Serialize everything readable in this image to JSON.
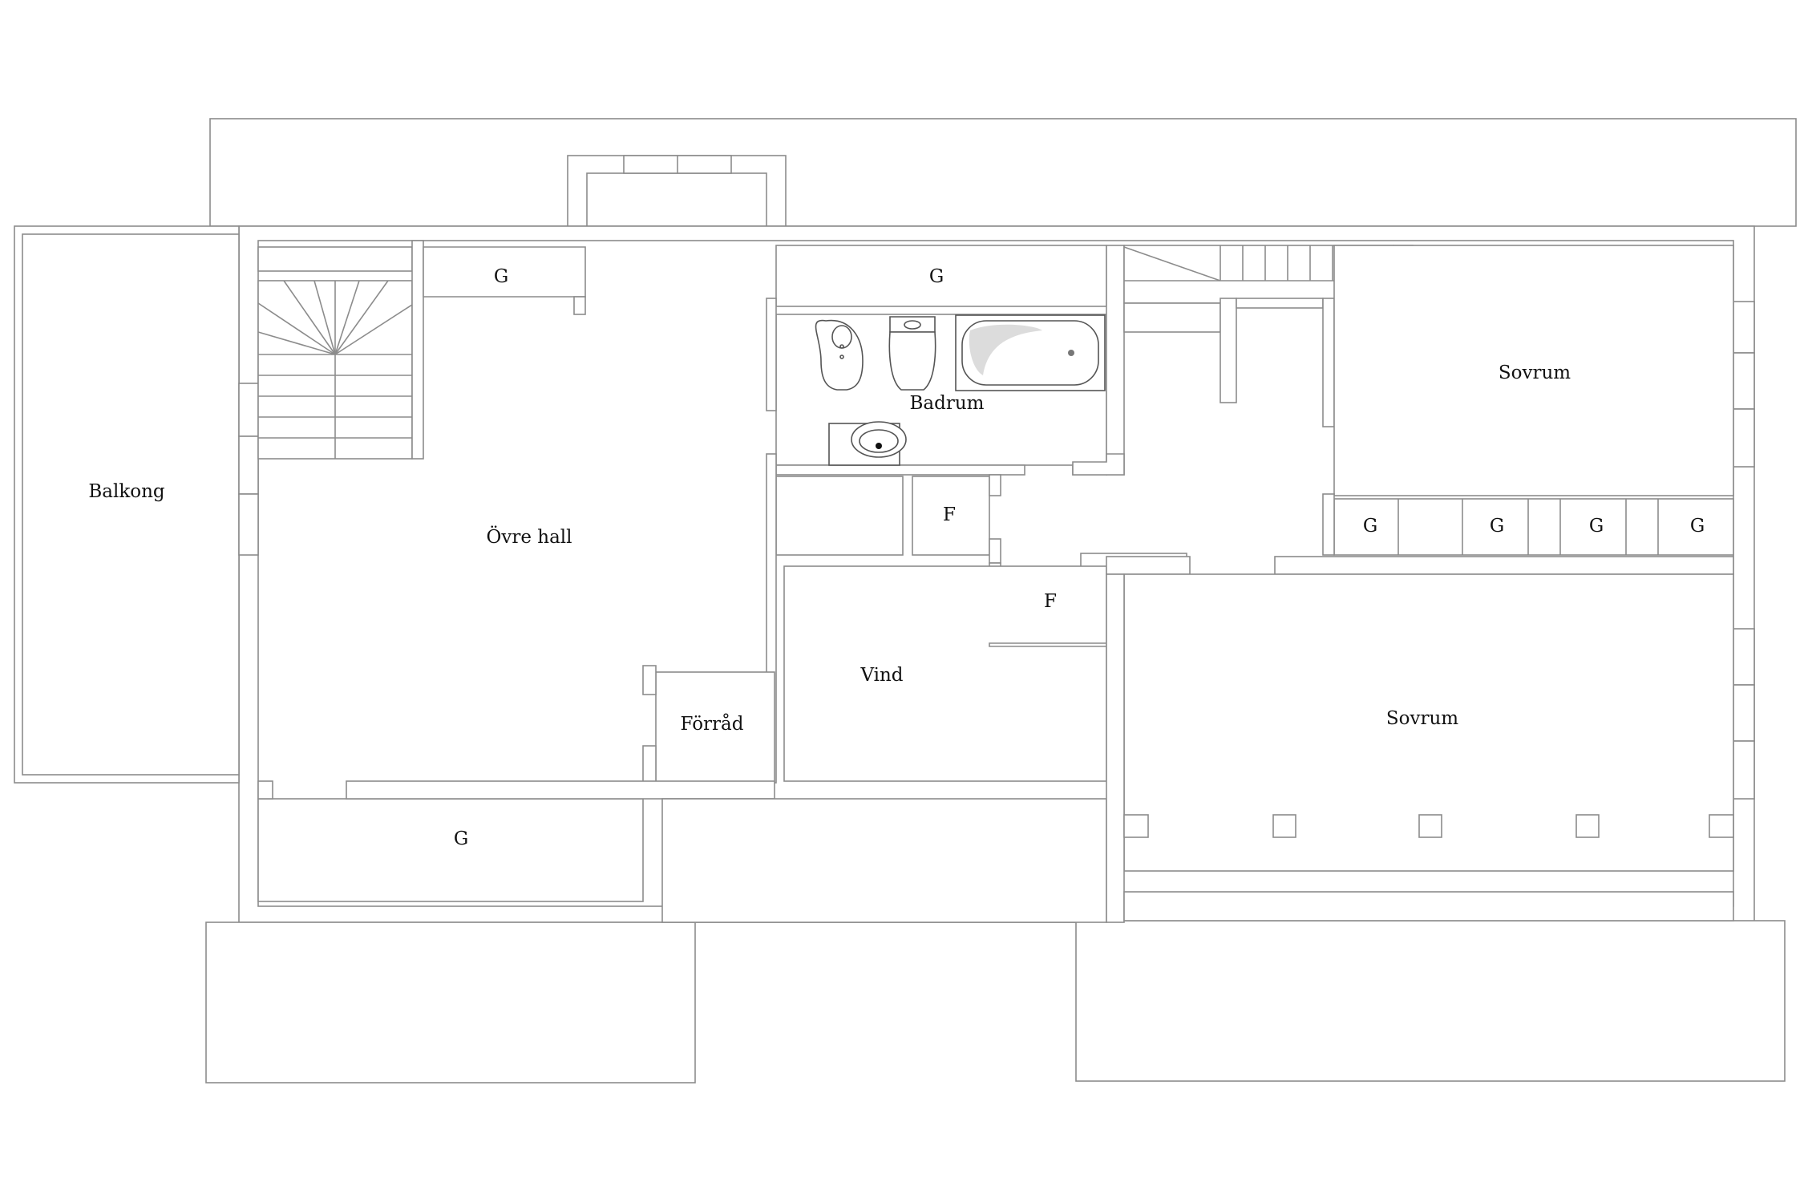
{
  "floor_plan": {
    "rooms": {
      "balkong": "Balkong",
      "ovre_hall": "Övre hall",
      "badrum": "Badrum",
      "forrad": "Förråd",
      "vind": "Vind",
      "sovrum_upper": "Sovrum",
      "sovrum_lower": "Sovrum"
    },
    "closet_labels": {
      "g_top_left": "G",
      "g_top_mid": "G",
      "g_bottom_left": "G",
      "g_right_1": "G",
      "g_right_2": "G",
      "g_right_3": "G",
      "g_right_4": "G",
      "f_upper": "F",
      "f_lower": "F"
    },
    "colors": {
      "wall": "#8c8c8c",
      "text": "#111111",
      "background": "#ffffff"
    }
  }
}
